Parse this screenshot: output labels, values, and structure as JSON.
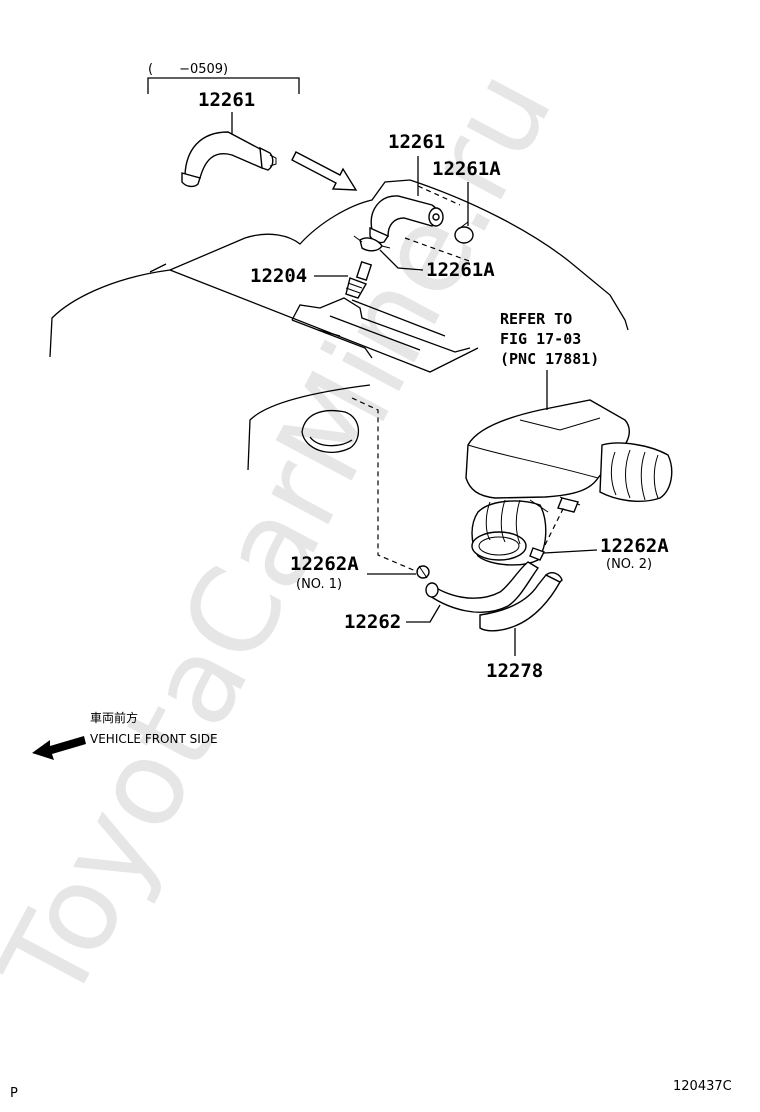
{
  "diagram": {
    "watermark": "ToyotaCarMine.ru",
    "date_range_label": "(　　−0509)",
    "callouts": [
      {
        "id": "hose_old",
        "pn": "12261"
      },
      {
        "id": "hose_new",
        "pn": "12261"
      },
      {
        "id": "clip_a_top",
        "pn": "12261A"
      },
      {
        "id": "clip_a_mid",
        "pn": "12261A"
      },
      {
        "id": "pcv_valve",
        "pn": "12204"
      },
      {
        "id": "clamp_no1",
        "pn": "12262A",
        "sub": "(NO. 1)"
      },
      {
        "id": "hose_lower",
        "pn": "12262"
      },
      {
        "id": "clamp_no2",
        "pn": "12262A",
        "sub": "(NO. 2)"
      },
      {
        "id": "hose_bottom",
        "pn": "12278"
      }
    ],
    "refer_note": [
      "REFER TO",
      "FIG 17-03",
      "(PNC 17881)"
    ],
    "front_label_jp": "車両前方",
    "front_label_en": "VEHICLE FRONT SIDE",
    "page_code": "P",
    "figure_id": "120437C"
  }
}
